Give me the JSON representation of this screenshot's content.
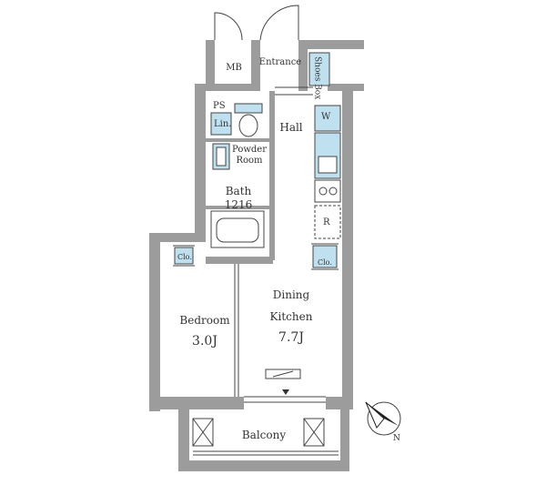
{
  "rooms": {
    "mb": "MB",
    "entrance": "Entrance",
    "shoes_box": "Shoes Box",
    "ps": "PS",
    "lin": "Lin.",
    "hall": "Hall",
    "w": "W",
    "powder_room_line1": "Powder",
    "powder_room_line2": "Room",
    "bath_name": "Bath",
    "bath_size": "1216",
    "r": "R",
    "clo_left": "Clo.",
    "clo_right": "Clo.",
    "dining_line1": "Dining",
    "dining_line2": "Kitchen",
    "dining_size": "7.7J",
    "bedroom_name": "Bedroom",
    "bedroom_size": "3.0J",
    "balcony": "Balcony"
  },
  "compass": {
    "north_label": "N"
  },
  "colors": {
    "wall": "#9c9c9c",
    "fixture_blue": "#bfe0ee",
    "line": "#444444"
  }
}
